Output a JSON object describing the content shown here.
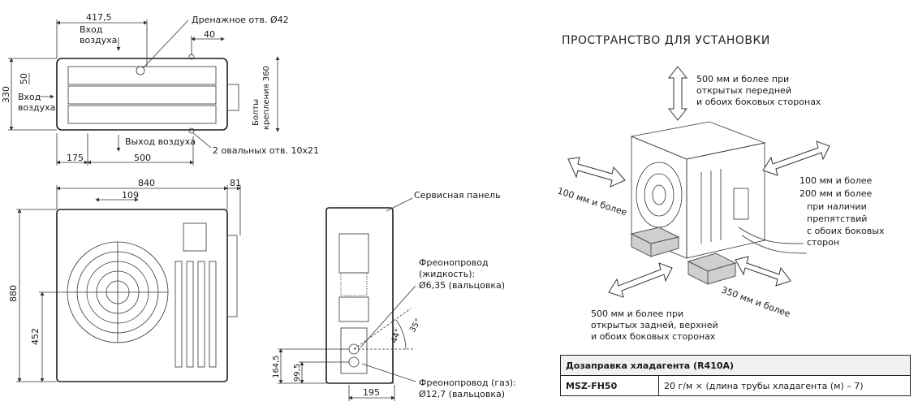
{
  "top_view": {
    "dim_width_total": "417,5",
    "drain_label": "Дренажное отв. Ø42",
    "dim_40": "40",
    "air_in_top": "Вход\nвоздуха",
    "air_in_side": "Вход\nвоздуха",
    "dim_330": "330",
    "dim_50": "50",
    "bolts_label": "Болты\nкрепления 360",
    "air_out": "Выход воздуха",
    "oval_holes": "2 овальных отв. 10x21",
    "dim_175": "175",
    "dim_500": "500"
  },
  "front_view": {
    "dim_840": "840",
    "dim_81": "81",
    "dim_109": "109",
    "dim_880": "880",
    "dim_452": "452"
  },
  "side_view": {
    "service_panel": "Сервисная панель",
    "pipe_liquid": "Фреонопровод\n(жидкость):\nØ6,35 (вальцовка)",
    "pipe_gas": "Фреонопровод (газ):\nØ12,7 (вальцовка)",
    "angle_35": "35°",
    "angle_44": "44°",
    "dim_164_5": "164,5",
    "dim_99_5": "99,5",
    "dim_195": "195"
  },
  "installation": {
    "title": "ПРОСТРАНСТВО ДЛЯ УСТАНОВКИ",
    "top_clearance": "500 мм  и более при\nоткрытых передней\nи обоих боковых сторонах",
    "left_clearance": "100 мм и более",
    "right_clearance": "100 мм и более\n200 мм и более\nпри наличии\nпрепятствий\nс обоих боковых\nсторон",
    "rear_clearance": "500 мм  и более при\nоткрытых задней, верхней\nи обоих боковых сторонах",
    "front_clearance": "350 мм и более"
  },
  "table": {
    "header": "Дозаправка хладагента (R410A)",
    "model": "MSZ-FH50",
    "formula": "20 г/м × (длина трубы хладагента (м) – 7)"
  }
}
